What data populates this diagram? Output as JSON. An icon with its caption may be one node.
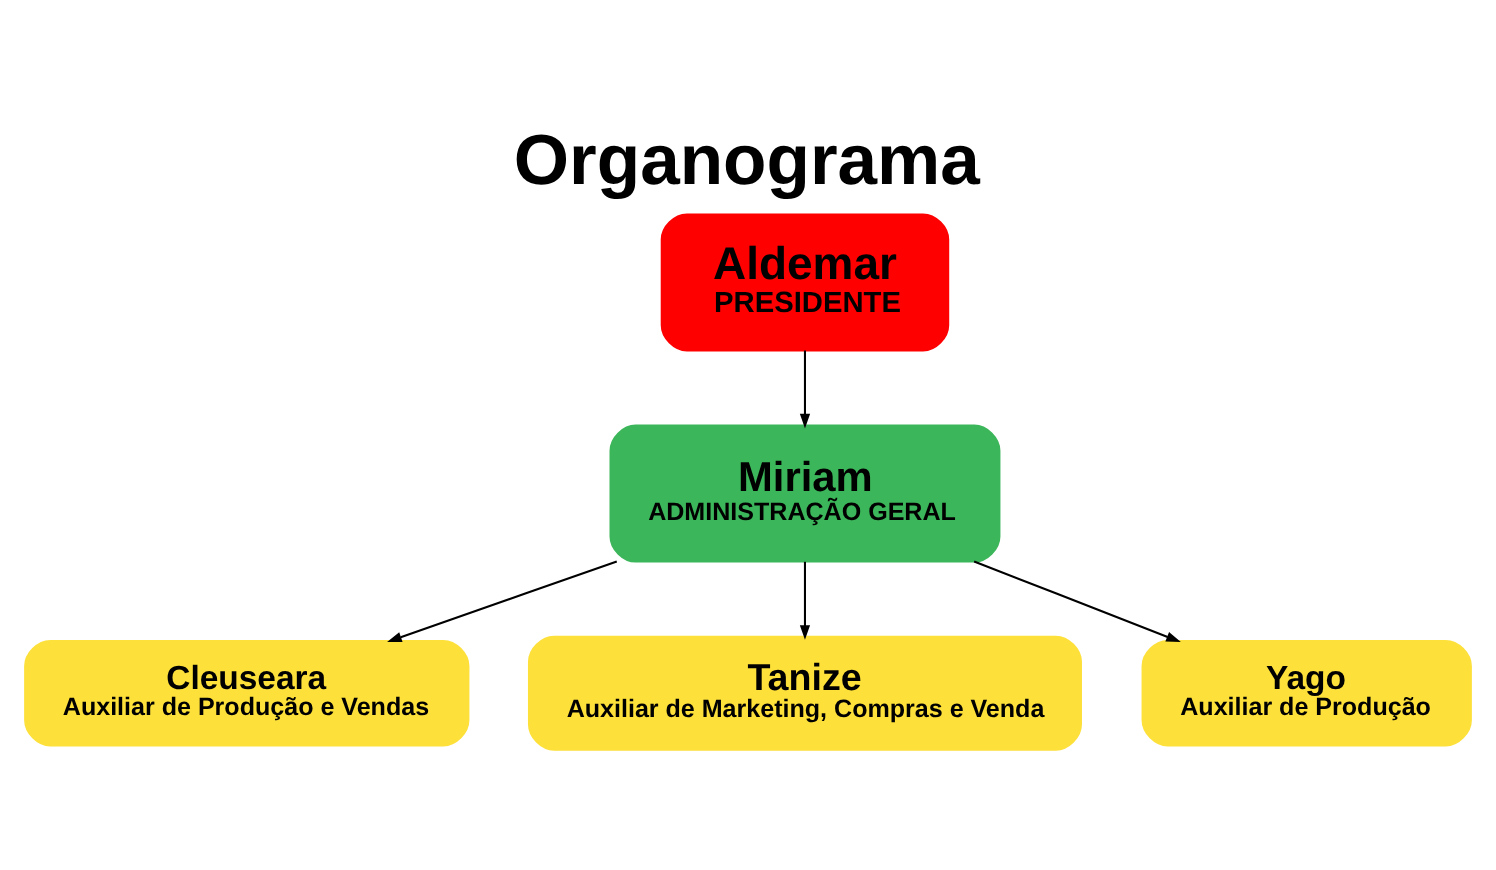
{
  "diagram": {
    "title": "Organograma",
    "nodes": [
      {
        "text": [
          "Aldemar",
          "PRESIDENTE"
        ]
      },
      {
        "text": [
          "Miriam",
          "ADMINISTRAÇÃO GERAL"
        ]
      },
      {
        "text": [
          "Cleuseara",
          "Auxiliar de Produção e Vendas"
        ]
      },
      {
        "text": [
          "Tanize",
          "Auxiliar de Marketing, Compras e Venda"
        ]
      },
      {
        "text": [
          "Yago",
          "Auxiliar de Produção"
        ]
      }
    ],
    "edges": [
      {
        "from": 0,
        "to": 1,
        "arrow": "to"
      },
      {
        "from": 1,
        "to": 2,
        "arrow": "to"
      },
      {
        "from": 1,
        "to": 3,
        "arrow": "to"
      },
      {
        "from": 1,
        "to": 4,
        "arrow": "to"
      }
    ]
  }
}
